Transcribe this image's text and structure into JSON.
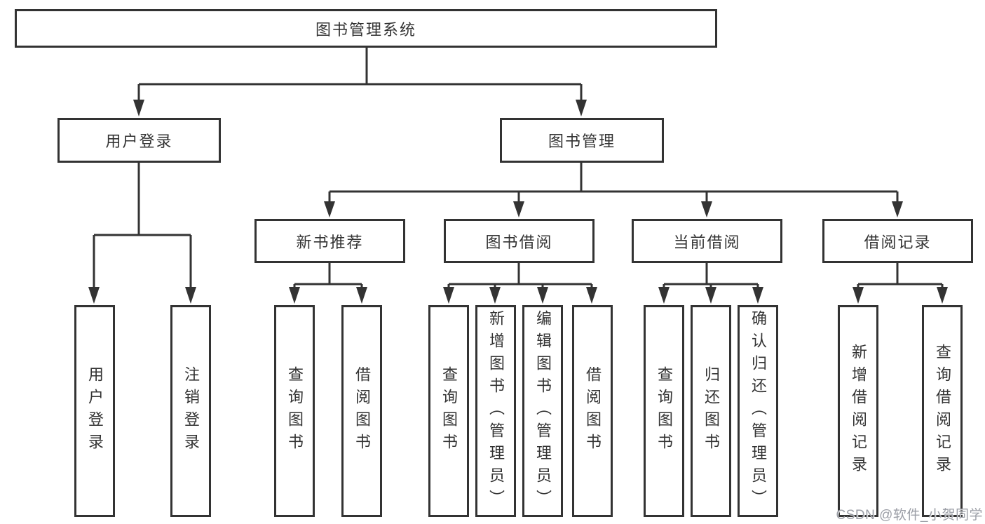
{
  "tree": {
    "root": {
      "label": "图书管理系统",
      "children": [
        {
          "label": "用户登录",
          "children": [
            {
              "label": "用户登录"
            },
            {
              "label": "注销登录"
            }
          ]
        },
        {
          "label": "图书管理",
          "children": [
            {
              "label": "新书推荐",
              "children": [
                {
                  "label": "查询图书"
                },
                {
                  "label": "借阅图书"
                }
              ]
            },
            {
              "label": "图书借阅",
              "children": [
                {
                  "label": "查询图书"
                },
                {
                  "label": "新增图书（管理员）"
                },
                {
                  "label": "编辑图书（管理员）"
                },
                {
                  "label": "借阅图书"
                }
              ]
            },
            {
              "label": "当前借阅",
              "children": [
                {
                  "label": "查询图书"
                },
                {
                  "label": "归还图书"
                },
                {
                  "label": "确认归还（管理员）"
                }
              ]
            },
            {
              "label": "借阅记录",
              "children": [
                {
                  "label": "新增借阅记录"
                },
                {
                  "label": "查询借阅记录"
                }
              ]
            }
          ]
        }
      ]
    }
  },
  "watermark": {
    "text": "CSDN @软件_小贺同学"
  },
  "colors": {
    "line": "#333333",
    "text": "#333333",
    "background": "#ffffff",
    "watermark": "#9b9ea6"
  }
}
